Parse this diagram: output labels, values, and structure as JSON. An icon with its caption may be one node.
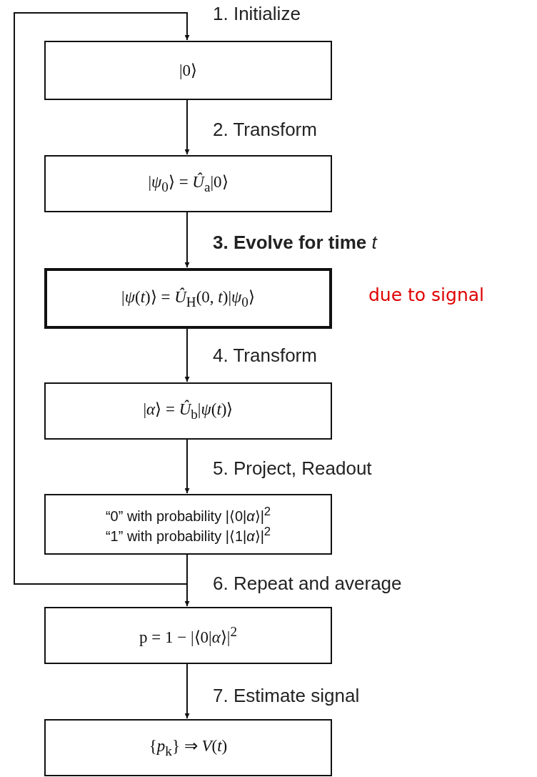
{
  "diagram": {
    "nodes": [
      {
        "text": [
          "|0⟩"
        ]
      },
      {
        "text": [
          "|*ψ*$_{0}$⟩ = *Û*$_{a}$|0⟩"
        ]
      },
      {
        "text": [
          "|*ψ*(*t*)⟩ = *Û*$_{H}$(0, *t*)|*ψ*$_{0}$⟩"
        ],
        "beside": [
          "due to signal"
        ]
      },
      {
        "text": [
          "|*α*⟩ = *Û*$_{b}$|*ψ*(*t*)⟩"
        ]
      },
      {
        "text": [
          "“0” with probability |⟨0|*α*⟩|$^{2}$",
          "“1” with probability |⟨1|*α*⟩|$^{2}$"
        ]
      },
      {
        "text": [
          "p = 1 − |⟨0|*α*⟩|$^{2}$"
        ]
      },
      {
        "text": [
          "{*p*$_{k}$} ⇒ *V*(*t*)"
        ]
      }
    ],
    "edges": [
      {
        "from": 4,
        "to": 0,
        "arrow": "to",
        "label": "1. Initialize"
      },
      {
        "from": 0,
        "to": 1,
        "arrow": "to",
        "label": "2. Transform"
      },
      {
        "from": 1,
        "to": 2,
        "arrow": "to",
        "label": "**3. Evolve for time** *t*"
      },
      {
        "from": 2,
        "to": 3,
        "arrow": "to",
        "label": "4. Transform"
      },
      {
        "from": 3,
        "to": 4,
        "arrow": "to",
        "label": "5. Project, Readout"
      },
      {
        "from": 4,
        "to": 5,
        "arrow": "to",
        "label": "6. Repeat and average"
      },
      {
        "from": 5,
        "to": 6,
        "arrow": "to",
        "label": "7. Estimate signal"
      }
    ]
  }
}
